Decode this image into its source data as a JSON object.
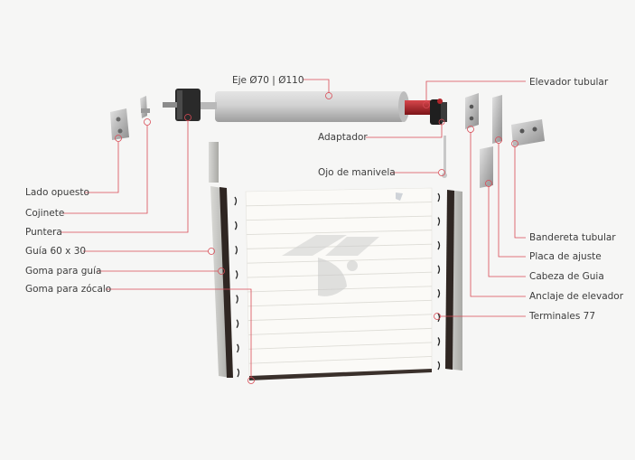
{
  "colors": {
    "background": "#f6f6f5",
    "leader": "#d94a55",
    "text": "#3c3c3c",
    "slat": "#fbfaf7",
    "guide": "#3a302b",
    "tube": "#c8c8c8",
    "motor_red": "#b3262c",
    "watermark": "#cfcfcf"
  },
  "labels": {
    "eje": "Eje Ø70 | Ø110",
    "elevador": "Elevador tubular",
    "adaptador": "Adaptador",
    "ojo": "Ojo de manivela",
    "lado": "Lado opuesto",
    "cojinete": "Cojinete",
    "puntera": "Puntera",
    "guia": "Guía 60 x 30",
    "goma_guia": "Goma para guía",
    "goma_zocalo": "Goma para zócalo",
    "bandereta": "Bandereta tubular",
    "placa": "Placa de ajuste",
    "cabeza": "Cabeza de Guia",
    "anclaje": "Anclaje de elevador",
    "terminales": "Terminales 77"
  }
}
